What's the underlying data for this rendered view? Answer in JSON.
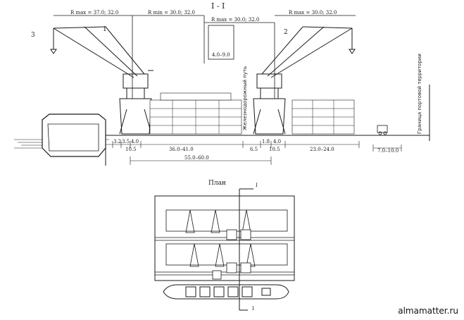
{
  "section_title": "I - I",
  "plan_title": "План",
  "section_mark": "I",
  "crane_markers": {
    "crane_3": "3",
    "crane_1": "1",
    "crane_2": "2"
  },
  "reach_labels": {
    "left_max": "R max = 37.0; 32.0",
    "left_min": "R min = 30.0; 32.0",
    "right_max": "R max = 30.0; 32.0",
    "right_min": "R max = 30.0; 32.0"
  },
  "height_label": "4.0–9.0",
  "rail_track_label": "Железнодорожный путь",
  "boundary_label": "Граница портовой территории",
  "dimensions_top": [
    "3.2",
    "3.5",
    "4.0",
    "36.0–41.0",
    "6.5",
    "1.8",
    "4.0",
    "23.0–24.0"
  ],
  "dimensions_bottom": [
    "10.5",
    "10.5",
    "7.0–10.0"
  ],
  "overall_dimension": "55.0–60.0",
  "watermark": "almamatter.ru"
}
